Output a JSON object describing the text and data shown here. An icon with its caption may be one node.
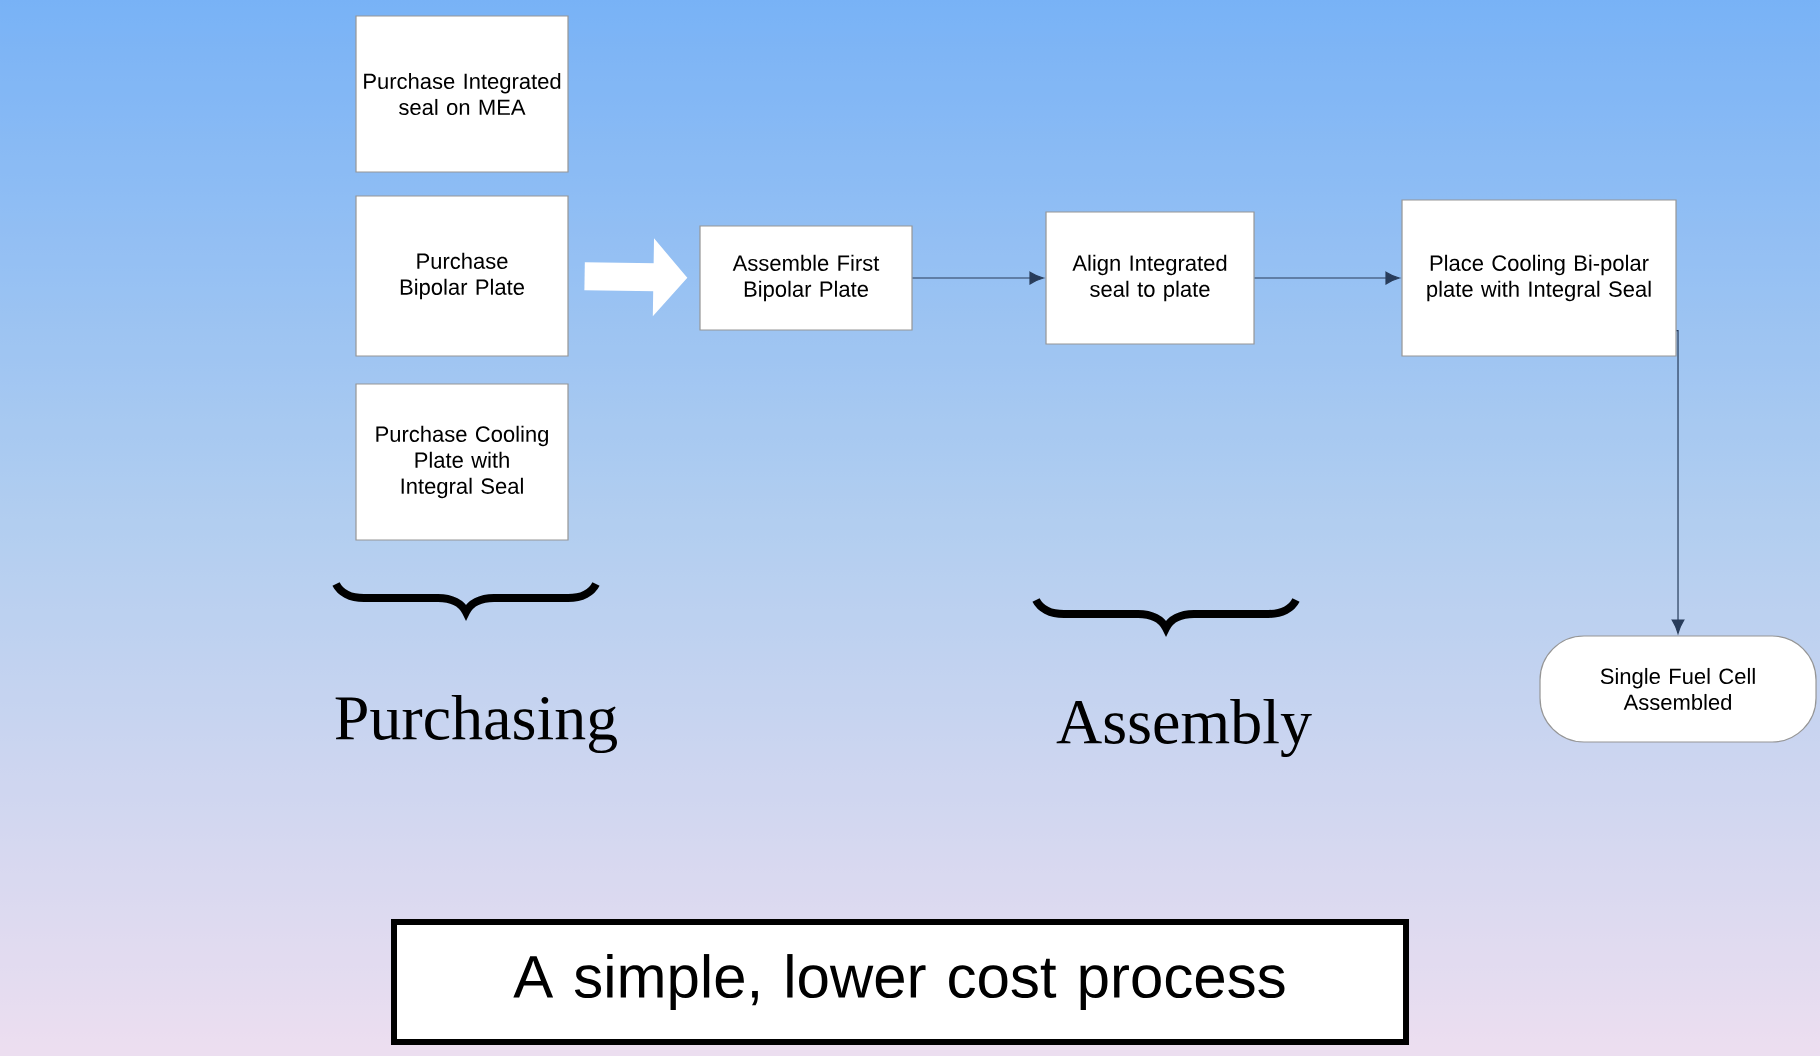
{
  "diagram": {
    "nodes": [
      {
        "text": [
          "Purchase Integrated seal on MEA"
        ]
      },
      {
        "text": [
          "Purchase Bipolar Plate"
        ]
      },
      {
        "text": [
          "Purchase Cooling Plate with Integral Seal"
        ]
      },
      {
        "text": [
          "Assemble First Bipolar Plate"
        ]
      },
      {
        "text": [
          "Align Integrated seal to plate"
        ]
      },
      {
        "text": [
          "Place Cooling Bi-polar plate with Integral Seal"
        ]
      },
      {
        "text": [
          "Single Fuel Cell Assembled"
        ]
      },
      {
        "text": [
          "A simple, lower cost process"
        ]
      }
    ],
    "edges": [
      {
        "from": 1,
        "to": 3,
        "arrow": "to",
        "style": "thick",
        "color": "#ffffff"
      },
      {
        "from": 3,
        "to": 4,
        "arrow": "to"
      },
      {
        "from": 4,
        "to": 5,
        "arrow": "to"
      },
      {
        "from": 5,
        "to": 6,
        "arrow": "to"
      }
    ],
    "labels": [
      "Purchasing",
      "Assembly"
    ]
  }
}
